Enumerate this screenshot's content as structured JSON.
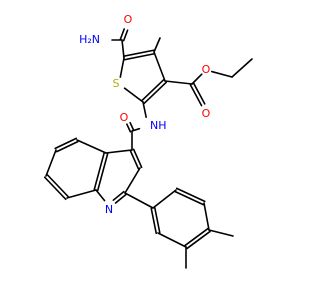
{
  "colors": {
    "bond": "#000000",
    "carbon": "#000000",
    "oxygen": "#ff0000",
    "nitrogen": "#0000ff",
    "sulfur": "#b2b200",
    "background": "#ffffff"
  },
  "atom_labels": [
    {
      "id": "amide-nh2",
      "text": "H₂N",
      "element": "N"
    },
    {
      "id": "amide-o-top",
      "text": "O",
      "element": "O"
    },
    {
      "id": "thiophene-s",
      "text": "S",
      "element": "S"
    },
    {
      "id": "ester-o-carbonyl",
      "text": "O",
      "element": "O"
    },
    {
      "id": "ester-o-ether",
      "text": "O",
      "element": "O"
    },
    {
      "id": "nh",
      "text": "NH",
      "element": "N"
    },
    {
      "id": "amide-o-left",
      "text": "O",
      "element": "O"
    },
    {
      "id": "quinoline-n",
      "text": "N",
      "element": "N"
    }
  ]
}
